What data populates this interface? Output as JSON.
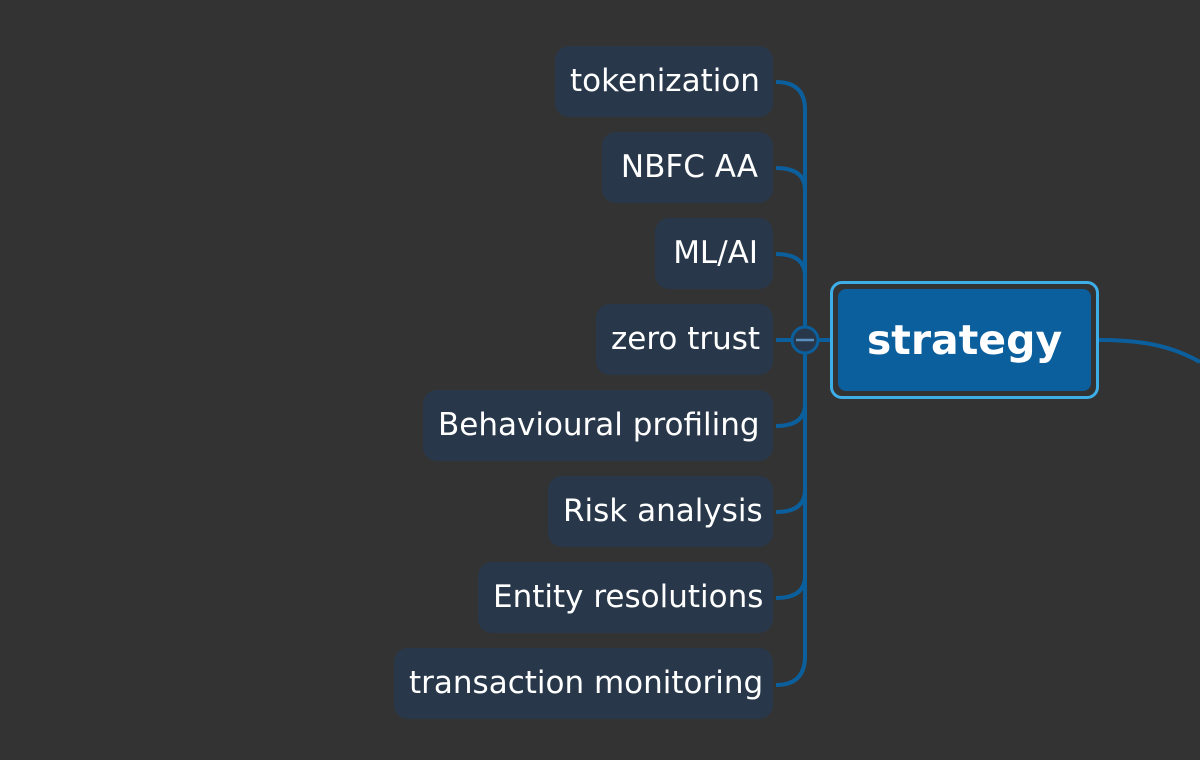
{
  "mindmap": {
    "central_topic": "strategy",
    "subtopics": [
      "tokenization",
      "NBFC AA",
      "ML/AI",
      "zero trust",
      "Behavioural profiling",
      "Risk analysis",
      "Entity resolutions",
      "transaction monitoring"
    ],
    "collapse_toggle_icon": "minus-icon"
  },
  "colors": {
    "background": "#333333",
    "node_fill": "#28384a",
    "central_fill": "#0b5f9c",
    "central_border": "#3daee8",
    "connector": "#0b5f9c",
    "text": "#ffffff"
  }
}
